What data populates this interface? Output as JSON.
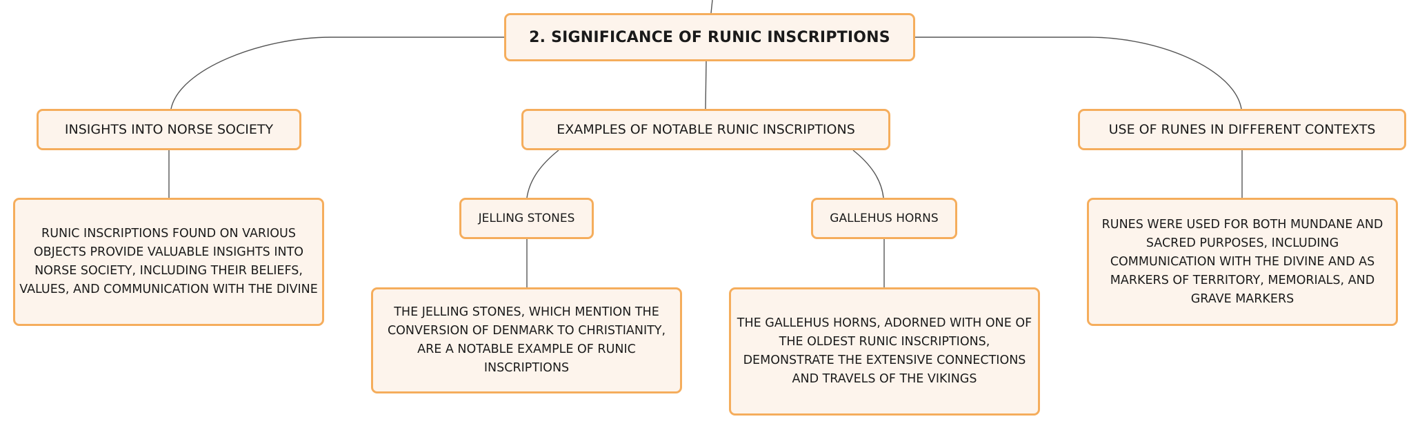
{
  "diagram": {
    "root": {
      "label": "2. SIGNIFICANCE OF RUNIC INSCRIPTIONS"
    },
    "branches": [
      {
        "label": "INSIGHTS INTO NORSE SOCIETY",
        "detail": "RUNIC INSCRIPTIONS FOUND ON VARIOUS OBJECTS PROVIDE VALUABLE INSIGHTS INTO NORSE SOCIETY, INCLUDING THEIR BELIEFS, VALUES, AND COMMUNICATION WITH THE DIVINE"
      },
      {
        "label": "EXAMPLES OF NOTABLE RUNIC INSCRIPTIONS",
        "children": [
          {
            "label": "JELLING STONES",
            "detail": "THE JELLING STONES, WHICH MENTION THE CONVERSION OF DENMARK TO CHRISTIANITY, ARE A NOTABLE EXAMPLE OF RUNIC INSCRIPTIONS"
          },
          {
            "label": "GALLEHUS HORNS",
            "detail": "THE GALLEHUS HORNS, ADORNED WITH ONE OF THE OLDEST RUNIC INSCRIPTIONS, DEMONSTRATE THE EXTENSIVE CONNECTIONS AND TRAVELS OF THE VIKINGS"
          }
        ]
      },
      {
        "label": "USE OF RUNES IN DIFFERENT CONTEXTS",
        "detail": "RUNES WERE USED FOR BOTH MUNDANE AND SACRED PURPOSES, INCLUDING COMMUNICATION WITH THE DIVINE AND AS MARKERS OF TERRITORY, MEMORIALS, AND GRAVE MARKERS"
      }
    ]
  },
  "colors": {
    "node_border": "#f5ad5c",
    "node_fill": "#fdf4ec",
    "connector": "#555555",
    "text": "#1a1a1a"
  }
}
